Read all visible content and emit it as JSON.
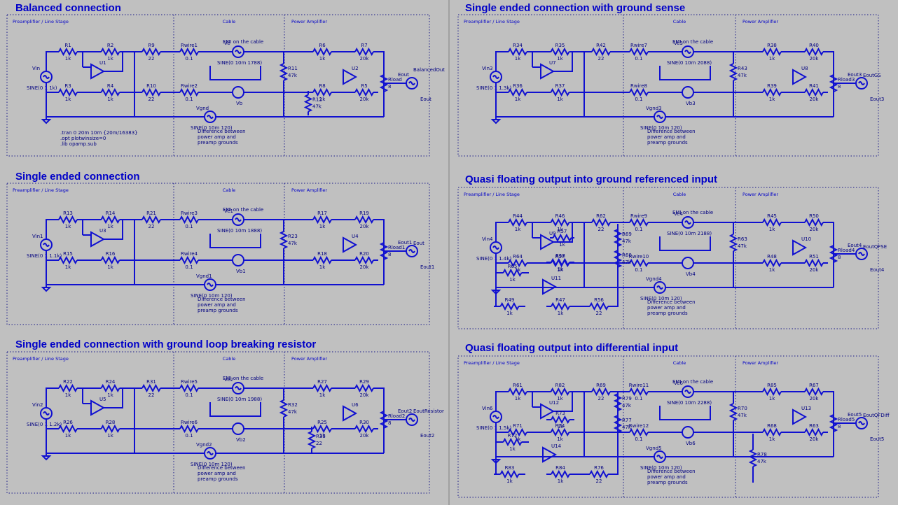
{
  "titles": [
    "Balanced connection",
    "Single ended connection",
    "Single ended connection with ground loop breaking resistor",
    "Single ended connection with ground sense",
    "Quasi floating output into ground referenced input",
    "Quasi floating output into differential input"
  ],
  "sections": {
    "pre": "Preamplifier / Line Stage",
    "cable": "Cable",
    "pow": "Power Amplifier"
  },
  "c1": {
    "R1": "R1",
    "R1v": "1k",
    "R2": "R2",
    "R2v": "1k",
    "R9": "R9",
    "R9v": "22",
    "Rw1": "Rwire1",
    "Rw1v": "0.1",
    "R3": "R3",
    "R3v": "1k",
    "R4": "R4",
    "R4v": "1k",
    "R10": "R10",
    "R10v": "22",
    "Rw2": "Rwire2",
    "Rw2v": "0.1",
    "Vin": "Vin",
    "Vinv": "SINE(0 1 1k)",
    "U1": "U1",
    "emi": "EMI on the cable",
    "Ve": "Ve",
    "Vev": "SINE(0 10m 1788)",
    "Vb": "Vb",
    "Vgnd": "Vgnd",
    "Vgndv": "SINE(0 10m 120)",
    "diff": [
      "Difference between",
      "power amp and",
      "preamp grounds"
    ],
    "R11": "R11",
    "R11v": "47k",
    "R12": "R12",
    "R12v": "47k",
    "R6": "R6",
    "R6v": "1k",
    "R7": "R7",
    "R7v": "20k",
    "R8": "R8",
    "R8v": "1k",
    "R5": "R5",
    "R5v": "20k",
    "U2": "U2",
    "Rload": "Rload",
    "Rloadv": "8",
    "Eout": "Eout",
    "BalOut": "BalancedOut",
    "spice": [
      ".tran 0 20m 10m {20m/16383}",
      ".opt plotwinsize=0",
      ".lib opamp.sub"
    ]
  },
  "c2": {
    "R13": "R13",
    "R13v": "1k",
    "R14": "R14",
    "R14v": "1k",
    "R21": "R21",
    "R21v": "22",
    "Rw3": "Rwire3",
    "Rw3v": "0.1",
    "R15": "R15",
    "R15v": "1k",
    "R16": "R16",
    "R16v": "1k",
    "Rw4": "Rwire4",
    "Rw4v": "0.1",
    "Vin": "Vin1",
    "Vinv": "SINE(0 1 1.1k)",
    "U3": "U3",
    "emi": "EMI on the cable",
    "Ve": "Ve1",
    "Vev": "SINE(0 10m 1888)",
    "Vb": "Vb1",
    "Vgnd": "Vgnd1",
    "Vgndv": "SINE(0 10m 120)",
    "diff": [
      "Difference between",
      "power amp and",
      "preamp grounds"
    ],
    "R23": "R23",
    "R23v": "47k",
    "R17": "R17",
    "R17v": "1k",
    "R19": "R19",
    "R19v": "20k",
    "R18": "R18",
    "R18v": "1k",
    "R20": "R20",
    "R20v": "20k",
    "U4": "U4",
    "Rload": "Rload1",
    "Rloadv": "8",
    "Eout": "Eout1",
    "side": "Eout"
  },
  "c3": {
    "R22": "R22",
    "R22v": "1k",
    "R24": "R24",
    "R24v": "1k",
    "R31": "R31",
    "R31v": "22",
    "Rw5": "Rwire5",
    "Rw5v": "0.1",
    "R26": "R26",
    "R26v": "1k",
    "R28": "R28",
    "R28v": "1k",
    "Rw6": "Rwire6",
    "Rw6v": "0.1",
    "Vin": "Vin2",
    "Vinv": "SINE(0 1 1.2k)",
    "U5": "U5",
    "emi": "EMI on the cable",
    "Ve": "Ve2",
    "Vev": "SINE(0 10m 1988)",
    "Vb": "Vb2",
    "Vgnd": "Vgnd2",
    "Vgndv": "SINE(0 10m 120)",
    "diff": [
      "Difference between",
      "power amp and",
      "preamp grounds"
    ],
    "R32": "R32",
    "R32v": "47k",
    "R33": "R33",
    "R33v": "22",
    "R27": "R27",
    "R27v": "1k",
    "R29": "R29",
    "R29v": "20k",
    "R25": "R25",
    "R25v": "1k",
    "R30": "R30",
    "R30v": "20k",
    "U6": "U6",
    "Rload": "Rload2",
    "Rloadv": "8",
    "Eout": "Eout2",
    "side": "EoutResistor"
  },
  "c4": {
    "R34": "R34",
    "R34v": "1k",
    "R35": "R35",
    "R35v": "1k",
    "R42": "R42",
    "R42v": "22",
    "Rw7": "Rwire7",
    "Rw7v": "0.1",
    "R36": "R36",
    "R36v": "1k",
    "R37": "R37",
    "R37v": "1k",
    "Rw8": "Rwire8",
    "Rw8v": "0.1",
    "Vin": "Vin3",
    "Vinv": "SINE(0 1 1.3k)",
    "U7": "U7",
    "emi": "EMI on the cable",
    "Ve": "Ve3",
    "Vev": "SINE(0 10m 2088)",
    "Vb": "Vb3",
    "Vgnd": "Vgnd3",
    "Vgndv": "SINE(0 10m 120)",
    "diff": [
      "Difference between",
      "power amp and",
      "preamp grounds"
    ],
    "R43": "R43",
    "R43v": "47k",
    "R38": "R38",
    "R38v": "1k",
    "R40": "R40",
    "R40v": "20k",
    "R39": "R39",
    "R39v": "1k",
    "R41": "R41",
    "R41v": "20k",
    "U8": "U8",
    "Rload": "Rload3",
    "Rloadv": "8",
    "Eout": "Eout3",
    "side": "EoutGS"
  },
  "c5": {
    "R44": "R44",
    "R44v": "1k",
    "R46": "R46",
    "R46v": "1k",
    "R62": "R62",
    "R62v": "22",
    "R64": "R64",
    "R64v": "1k",
    "R65": "R65",
    "R65v": "1k",
    "R57": "R57",
    "R57v": "1k",
    "R58": "R58",
    "R58v": "1k",
    "R49": "R49",
    "R49v": "1k",
    "R47": "R47",
    "R47v": "1k",
    "R56": "R56",
    "R56v": "22",
    "R69": "R69",
    "R69v": "47k",
    "R60": "R60",
    "R60v": "47k",
    "Rw9": "Rwire9",
    "Rw9v": "0.1",
    "Rw10": "Rwire10",
    "Rw10v": "0.1",
    "Vin": "Vin4",
    "Vinv": "SINE(0 1 1.4k)",
    "U9": "U9",
    "U11": "U11",
    "emi": "EMI on the cable",
    "Ve": "Ve4",
    "Vev": "SINE(0 10m 2188)",
    "Vb": "Vb4",
    "Vgnd": "Vgnd4",
    "Vgndv": "SINE(0 10m 120)",
    "diff": [
      "Difference between",
      "power amp and",
      "preamp grounds"
    ],
    "R63": "R63",
    "R63v": "47k",
    "R45": "R45",
    "R45v": "1k",
    "R50": "R50",
    "R50v": "20k",
    "R48": "R48",
    "R48v": "1k",
    "R51": "R51",
    "R51v": "20k",
    "U10": "U10",
    "Rload": "Rload4",
    "Rloadv": "8",
    "Eout": "Eout4",
    "side": "EoutQFSE"
  },
  "c6": {
    "R61": "R61",
    "R61v": "1k",
    "R82": "R82",
    "R82v": "1k",
    "R69": "R69",
    "R69v": "22",
    "R71": "R71",
    "R71v": "1k",
    "R72": "R72",
    "R72v": "1k",
    "R74": "R74",
    "R74v": "1k",
    "R73": "R73",
    "R73v": "1k",
    "R83": "R83",
    "R83v": "1k",
    "R84": "R84",
    "R84v": "1k",
    "R76": "R76",
    "R76v": "22",
    "R79": "R79",
    "R79v": "47k",
    "R77": "R77",
    "R77v": "47k",
    "Rw11": "Rwire11",
    "Rw11v": "0.1",
    "Rw12": "Rwire12",
    "Rw12v": "0.1",
    "Vin": "Vin6",
    "Vinv": "SINE(0 1 1.5k)",
    "U12": "U12",
    "U14": "U14",
    "emi": "EMI on the cable",
    "Ve": "Ve6",
    "Vev": "SINE(0 10m 2288)",
    "Vb": "Vb6",
    "Vgnd": "Vgnd5",
    "Vgndv": "SINE(0 10m 120)",
    "diff": [
      "Difference between",
      "power amp and",
      "preamp grounds"
    ],
    "R70": "R70",
    "R70v": "47k",
    "R78": "R78",
    "R78v": "47k",
    "R85": "R85",
    "R85v": "1k",
    "R67": "R67",
    "R67v": "20k",
    "R68": "R68",
    "R68v": "1k",
    "R63": "R63",
    "R63v": "20k",
    "U13": "U13",
    "Rload": "Rload5",
    "Rloadv": "8",
    "Eout": "Eout5",
    "side": "EoutQFDiff"
  }
}
